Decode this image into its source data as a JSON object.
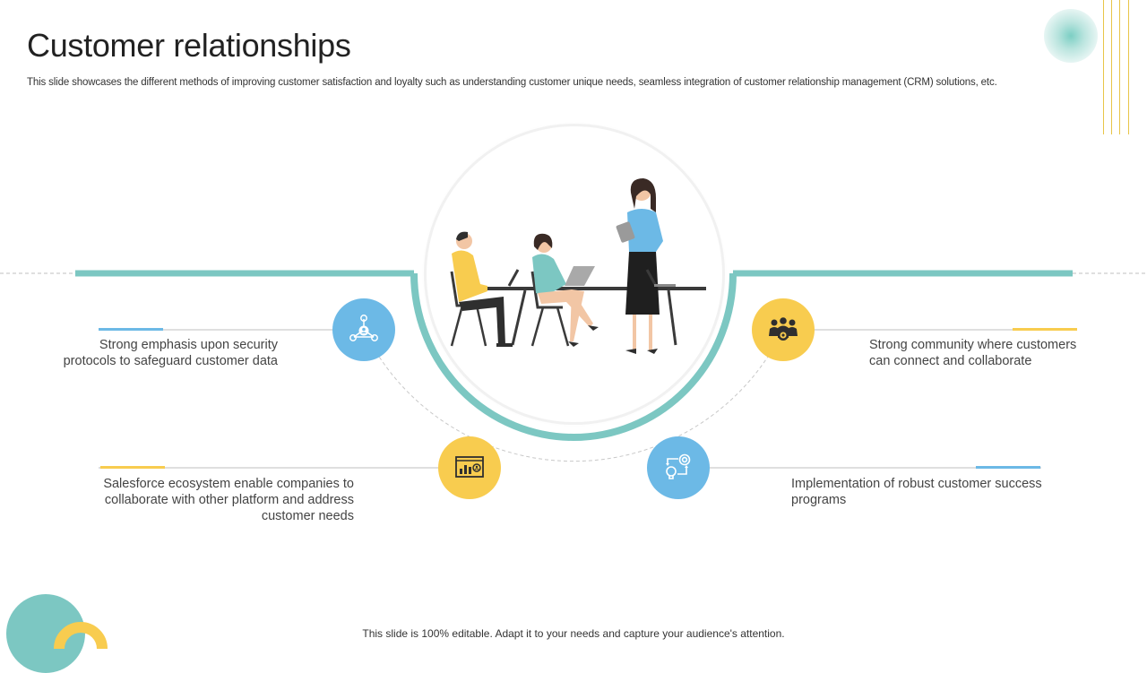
{
  "header": {
    "title": "Customer relationships",
    "subtitle": "This slide showcases the different methods of improving customer satisfaction and loyalty such as understanding customer unique needs, seamless integration of customer relationship management (CRM) solutions, etc."
  },
  "points": [
    {
      "text_lines": [
        "Strong emphasis upon security",
        "protocols to safeguard customer data"
      ],
      "icon": "network-security-icon",
      "accent": "#6cb9e6"
    },
    {
      "text_lines": [
        "Strong community where customers",
        "can connect and collaborate"
      ],
      "icon": "community-group-icon",
      "accent": "#f8cc4f"
    },
    {
      "text_lines": [
        "Salesforce ecosystem enable companies to",
        "collaborate with other platform and address",
        "customer needs"
      ],
      "icon": "dashboard-analytics-icon",
      "accent": "#f8cc4f"
    },
    {
      "text_lines": [
        "Implementation of robust customer success",
        "programs"
      ],
      "icon": "idea-target-icon",
      "accent": "#6cb9e6"
    }
  ],
  "colors": {
    "teal": "#7cc7c2",
    "blue": "#6cb9e6",
    "yellow": "#f8cc4f",
    "line_gray": "#bfbfbf"
  },
  "footer": {
    "text": "This slide is 100% editable. Adapt it to your needs and capture your audience's attention."
  }
}
